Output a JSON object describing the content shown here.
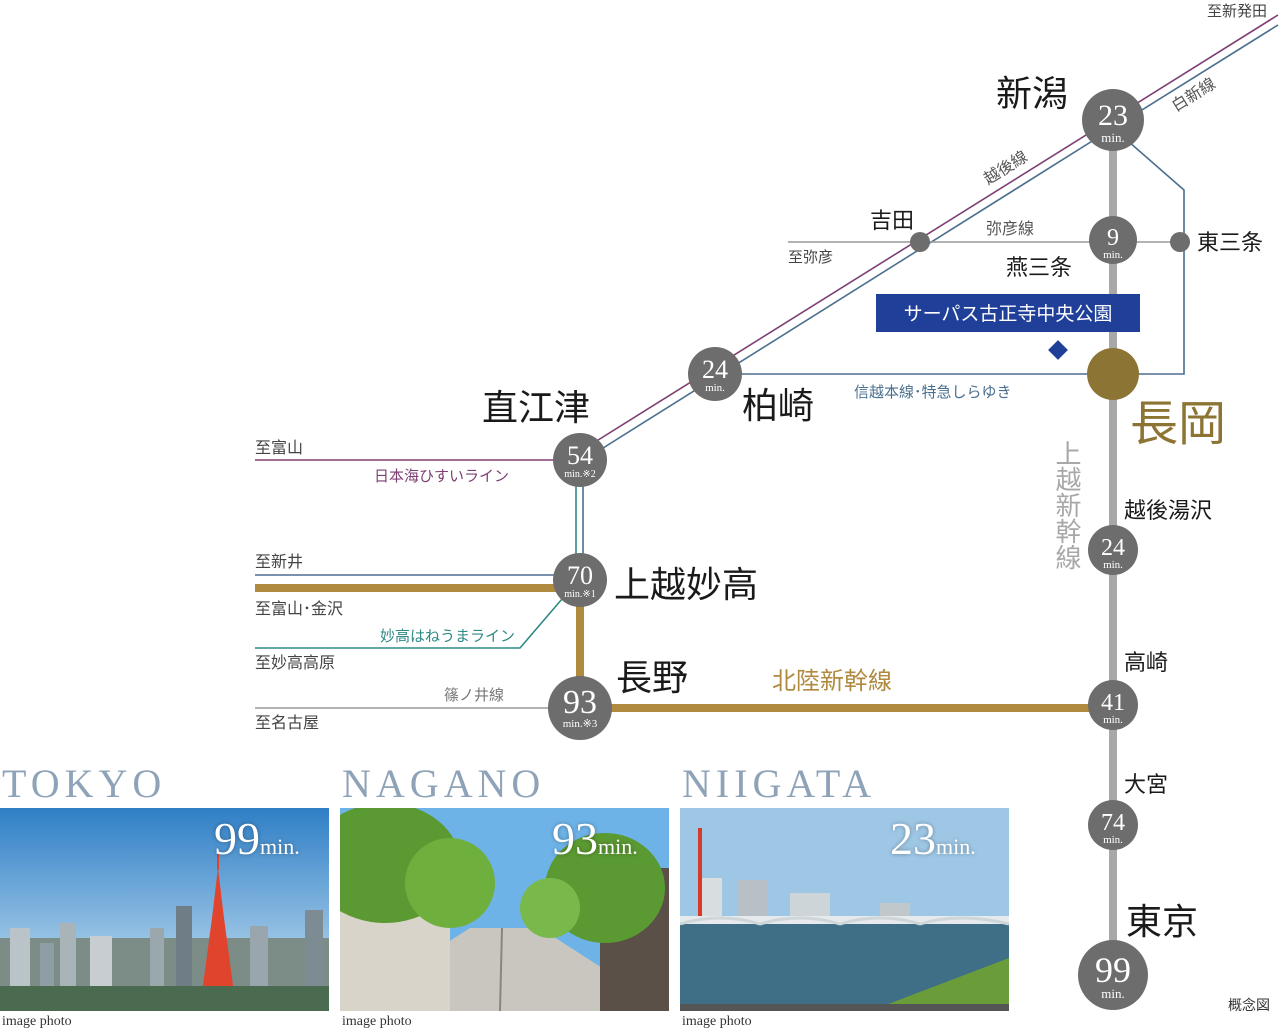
{
  "colors": {
    "station_gray": "#6d6d6d",
    "shinkansen_gray": "#a8a8a8",
    "hokuriku_gold": "#b08a3e",
    "nagaoka_gold": "#8c7434",
    "shinetsu_blue": "#4a6f8e",
    "echigo_purple": "#7e3f72",
    "myoko_teal": "#2f8a85",
    "property_blue": "#1f3f99"
  },
  "stations": {
    "niigata": {
      "name": "新潟",
      "time": "23",
      "unit": "min."
    },
    "tsubame": {
      "name": "燕三条",
      "time": "9",
      "unit": "min."
    },
    "higashi_sanjo": {
      "name": "東三条"
    },
    "yoshida": {
      "name": "吉田"
    },
    "kashiwazaki": {
      "name": "柏崎",
      "time": "24",
      "unit": "min."
    },
    "naoetsu": {
      "name": "直江津",
      "time": "54",
      "unit": "min.※2"
    },
    "joetsumyoko": {
      "name": "上越妙高",
      "time": "70",
      "unit": "min.※1"
    },
    "nagano": {
      "name": "長野",
      "time": "93",
      "unit": "min.※3"
    },
    "nagaoka": {
      "name": "長岡"
    },
    "echigoyuzawa": {
      "name": "越後湯沢",
      "time": "24",
      "unit": "min."
    },
    "takasaki": {
      "name": "高崎",
      "time": "41",
      "unit": "min."
    },
    "omiya": {
      "name": "大宮",
      "time": "74",
      "unit": "min."
    },
    "tokyo": {
      "name": "東京",
      "time": "99",
      "unit": "min."
    }
  },
  "lines": {
    "hakushin": "白新線",
    "echigo": "越後線",
    "yahiko": "弥彦線",
    "shinetsu": "信越本線･特急しらゆき",
    "joetsu_shinkansen": "上越新幹線",
    "hokuriku_shinkansen": "北陸新幹線",
    "hisui": "日本海ひすいライン",
    "myoko": "妙高はねうまライン",
    "shinonoi": "篠ノ井線"
  },
  "destinations": {
    "shinhotta": "至新発田",
    "yahiko": "至弥彦",
    "toyama": "至富山",
    "arai": "至新井",
    "toyama_kanazawa": "至富山･金沢",
    "myokokogen": "至妙高高原",
    "nagoya": "至名古屋"
  },
  "property": {
    "label": "サーパス古正寺中央公園"
  },
  "photos": [
    {
      "city": "TOKYO",
      "time": "99",
      "unit": "min.",
      "caption": "image photo"
    },
    {
      "city": "NAGANO",
      "time": "93",
      "unit": "min.",
      "caption": "image photo"
    },
    {
      "city": "NIIGATA",
      "time": "23",
      "unit": "min.",
      "caption": "image photo"
    }
  ],
  "note": "概念図"
}
